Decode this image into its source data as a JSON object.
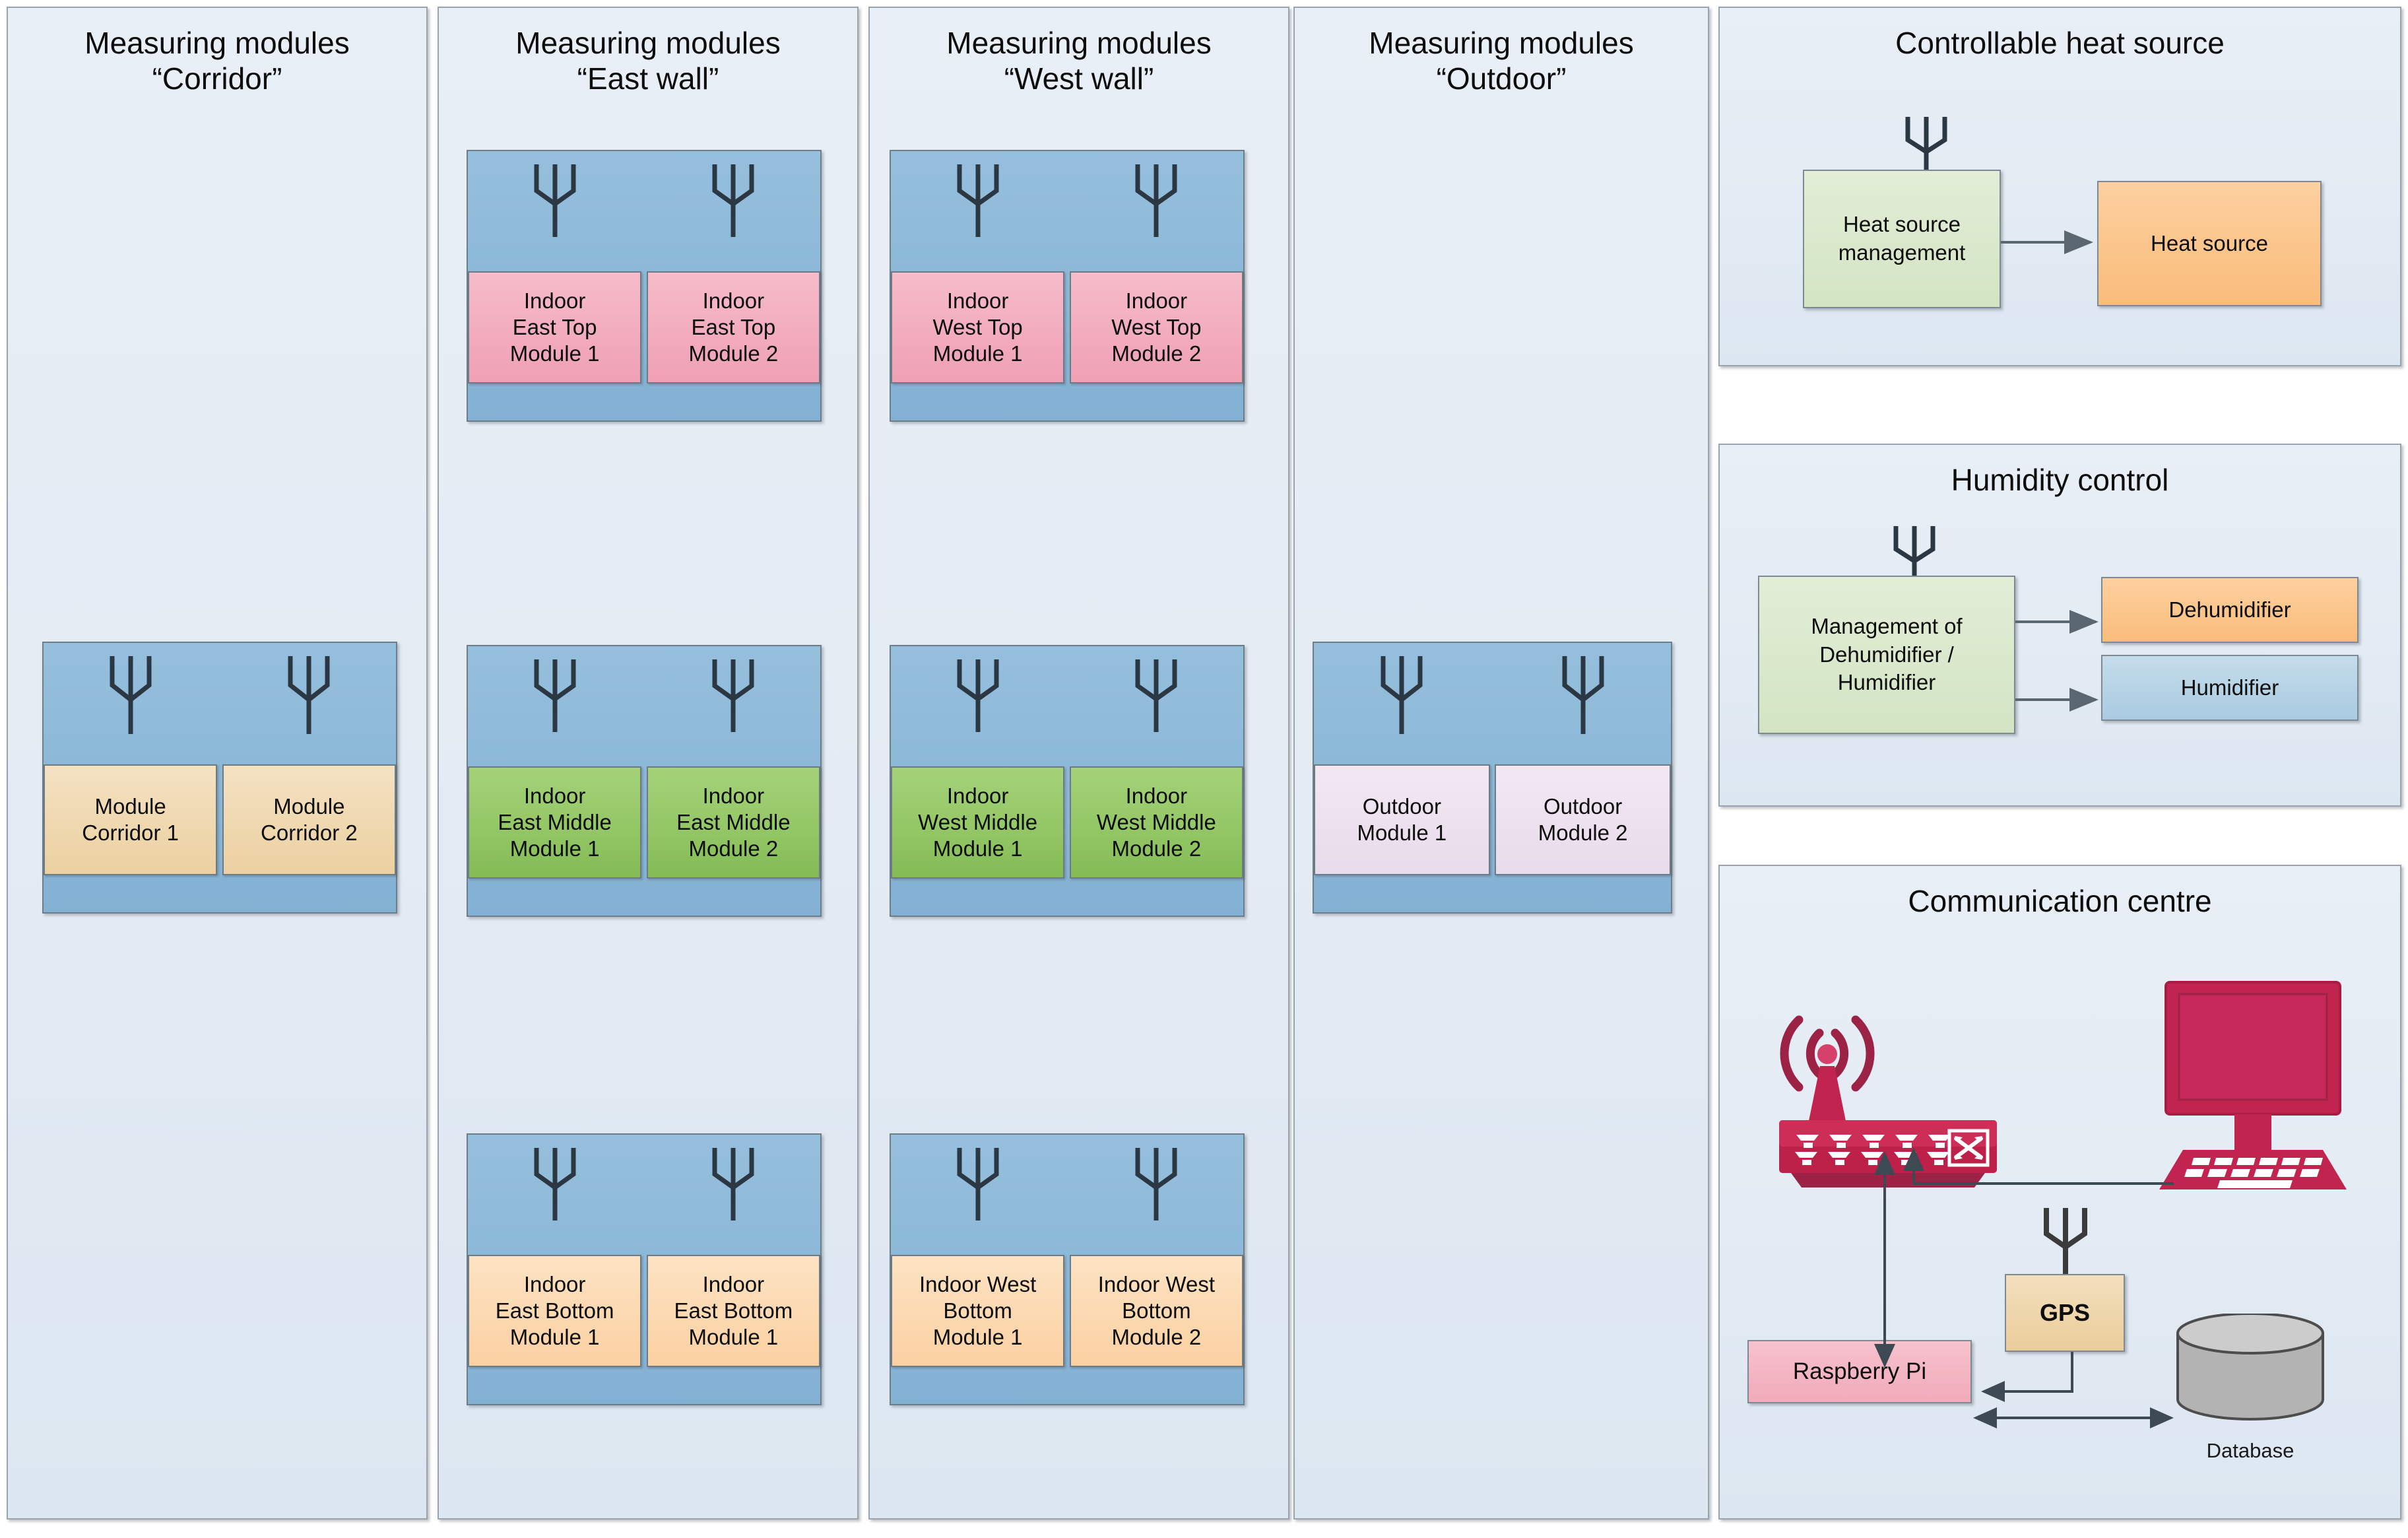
{
  "columns": [
    {
      "id": "corridor",
      "title": "Measuring modules\n“Corridor”",
      "groups": [
        {
          "id": "corridor-modules",
          "color": "c-tan",
          "modules": [
            {
              "label": "Module\nCorridor 1",
              "icon": "antenna-icon"
            },
            {
              "label": "Module\nCorridor 2",
              "icon": "antenna-icon"
            }
          ]
        }
      ]
    },
    {
      "id": "east-wall",
      "title": "Measuring modules\n“East wall”",
      "groups": [
        {
          "id": "east-top",
          "color": "c-pink",
          "modules": [
            {
              "label": "Indoor\nEast Top\nModule 1",
              "icon": "antenna-icon"
            },
            {
              "label": "Indoor\nEast Top\nModule 2",
              "icon": "antenna-icon"
            }
          ]
        },
        {
          "id": "east-middle",
          "color": "c-green",
          "modules": [
            {
              "label": "Indoor\nEast Middle\nModule 1",
              "icon": "antenna-icon"
            },
            {
              "label": "Indoor\nEast Middle\nModule 2",
              "icon": "antenna-icon"
            }
          ]
        },
        {
          "id": "east-bottom",
          "color": "c-orange",
          "modules": [
            {
              "label": "Indoor\nEast Bottom\nModule 1",
              "icon": "antenna-icon"
            },
            {
              "label": "Indoor\nEast Bottom\nModule 1",
              "icon": "antenna-icon"
            }
          ]
        }
      ]
    },
    {
      "id": "west-wall",
      "title": "Measuring modules\n“West wall”",
      "groups": [
        {
          "id": "west-top",
          "color": "c-pink",
          "modules": [
            {
              "label": "Indoor\nWest Top\nModule 1",
              "icon": "antenna-icon"
            },
            {
              "label": "Indoor\nWest Top\nModule 2",
              "icon": "antenna-icon"
            }
          ]
        },
        {
          "id": "west-middle",
          "color": "c-green",
          "modules": [
            {
              "label": "Indoor\nWest Middle\nModule 1",
              "icon": "antenna-icon"
            },
            {
              "label": "Indoor\nWest Middle\nModule 2",
              "icon": "antenna-icon"
            }
          ]
        },
        {
          "id": "west-bottom",
          "color": "c-orange",
          "modules": [
            {
              "label": "Indoor West\nBottom\nModule 1",
              "icon": "antenna-icon"
            },
            {
              "label": "Indoor West\nBottom\nModule 2",
              "icon": "antenna-icon"
            }
          ]
        }
      ]
    },
    {
      "id": "outdoor",
      "title": "Measuring modules\n“Outdoor”",
      "groups": [
        {
          "id": "outdoor-modules",
          "color": "c-lilac",
          "modules": [
            {
              "label": "Outdoor\nModule 1",
              "icon": "antenna-icon"
            },
            {
              "label": "Outdoor\nModule 2",
              "icon": "antenna-icon"
            }
          ]
        }
      ]
    }
  ],
  "heat_source_panel": {
    "title": "Controllable heat source",
    "management_label": "Heat source\nmanagement",
    "device_label": "Heat source",
    "antenna_icon": "antenna-icon"
  },
  "humidity_panel": {
    "title": "Humidity control",
    "management_label": "Management of\nDehumidifier /\nHumidifier",
    "dehumidifier_label": "Dehumidifier",
    "humidifier_label": "Humidifier",
    "antenna_icon": "antenna-icon"
  },
  "communication_panel": {
    "title": "Communication centre",
    "router_icon": "wifi-router-icon",
    "monitor_icon": "desktop-computer-icon",
    "gps_label": "GPS",
    "gps_antenna_icon": "antenna-icon",
    "raspberry_pi_label": "Raspberry Pi",
    "database_label": "Database",
    "database_icon": "database-cylinder-icon"
  },
  "colors": {
    "panel_background": "#e6edf5",
    "panel_border": "#9aa4ae",
    "group_blue": "#8cb8d8",
    "module_pink": "#f2abbd",
    "module_green": "#92c664",
    "module_orange": "#fcd8af",
    "module_tan": "#efd7ae",
    "module_lilac": "#ece0ee",
    "block_green": "#d9e8cb",
    "block_orange": "#fbc489",
    "block_blue": "#b4d2e5",
    "block_pink": "#f3b3c1",
    "crimson_device": "#c1254f",
    "database_grey": "#b3b3b3",
    "arrow_stroke": "#5a6670"
  }
}
